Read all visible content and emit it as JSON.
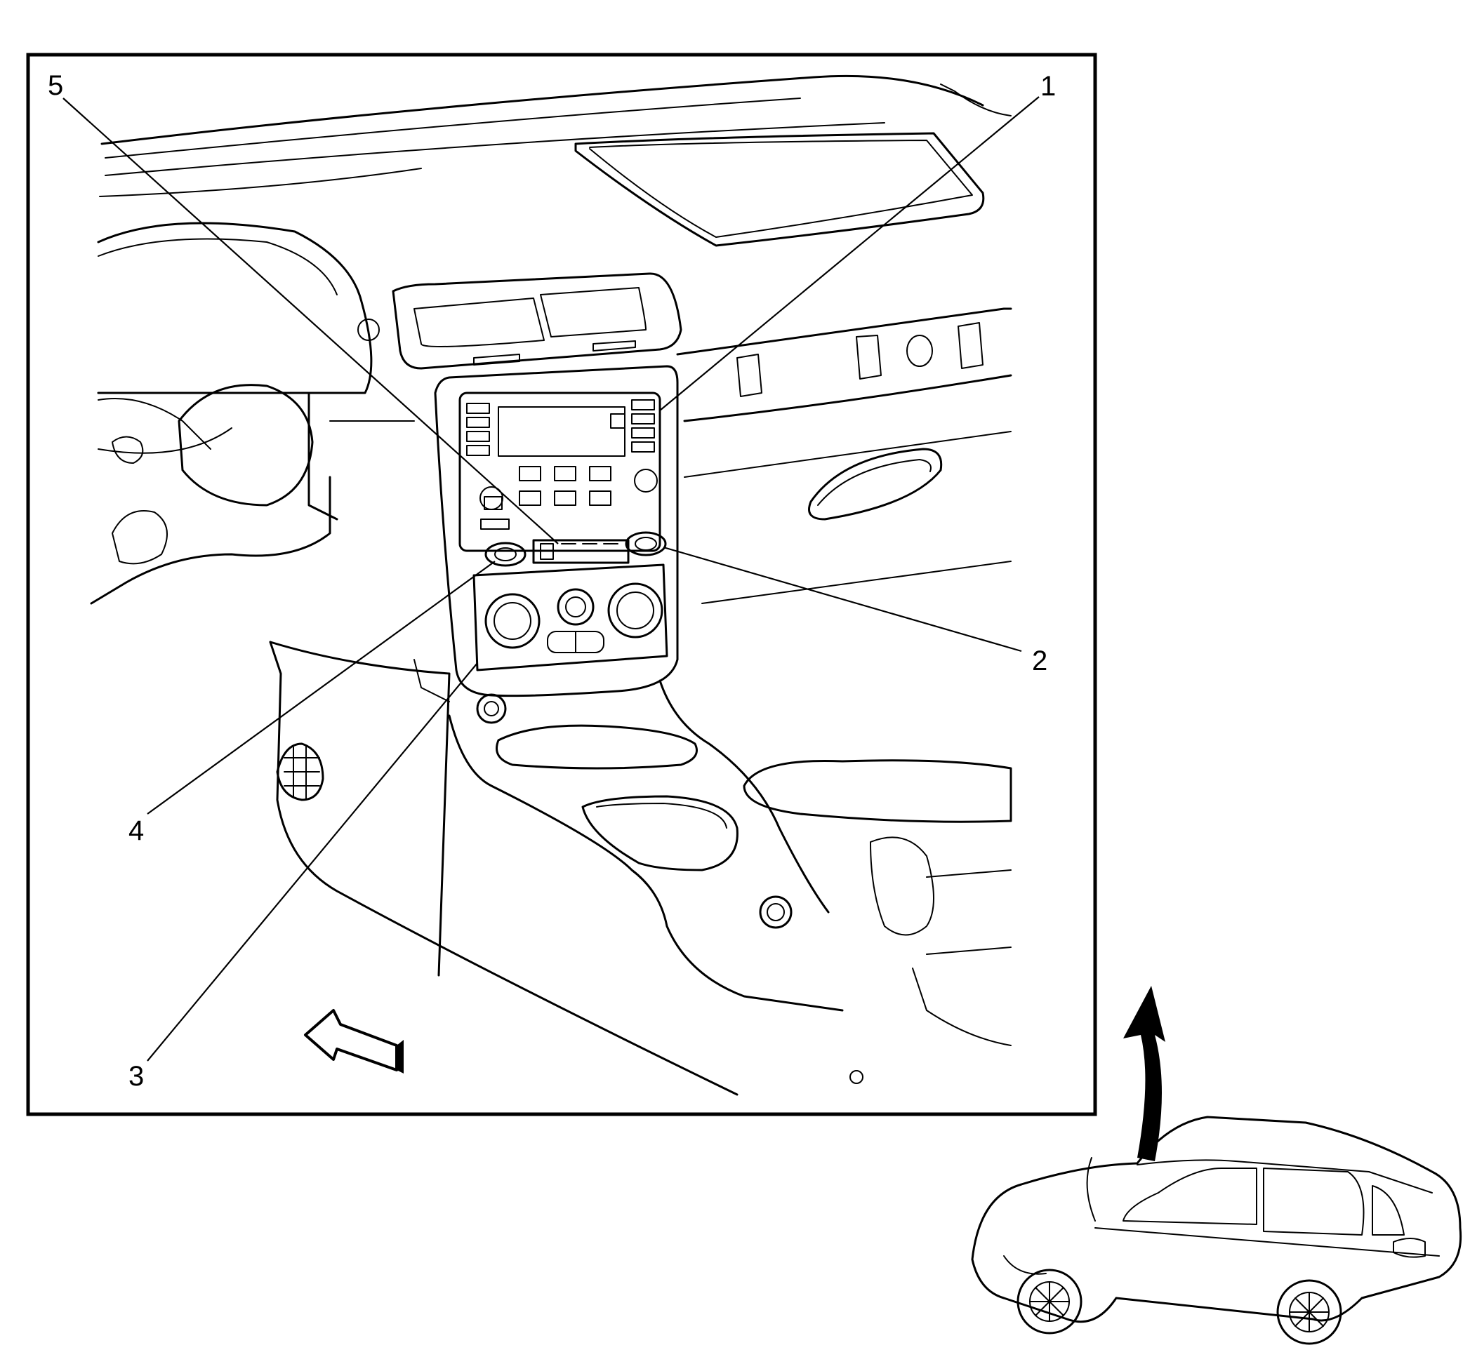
{
  "callouts": [
    {
      "id": "1",
      "label": "1",
      "part": "radio"
    },
    {
      "id": "2",
      "label": "2",
      "part": "right-button"
    },
    {
      "id": "3",
      "label": "3",
      "part": "hvac-control-panel"
    },
    {
      "id": "4",
      "label": "4",
      "part": "left-button"
    },
    {
      "id": "5",
      "label": "5",
      "part": "switch-bank"
    }
  ],
  "colors": {
    "line": "#000000",
    "background": "#ffffff"
  },
  "icons": [
    "forward-arrow-icon",
    "locator-arrow-icon",
    "vehicle-locator-icon"
  ]
}
